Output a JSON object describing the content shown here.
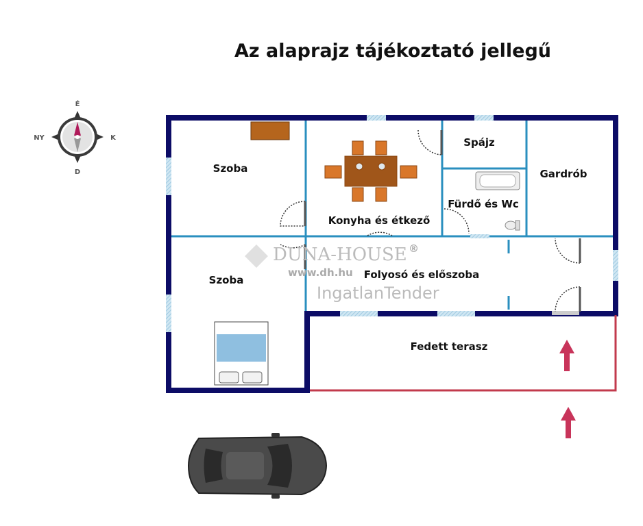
{
  "title": "Az alaprajz tájékoztató jellegű",
  "compass": {
    "north": "É",
    "south": "D",
    "west": "NY",
    "east": "K"
  },
  "rooms": {
    "room1": "Szoba",
    "kitchen": "Konyha és étkező",
    "pantry": "Spájz",
    "wardrobe": "Gardrób",
    "bathroom": "Fürdő és Wc",
    "room2": "Szoba",
    "hallway": "Folyosó és előszoba",
    "terrace": "Fedett terasz"
  },
  "watermark": {
    "brand": "DUNA-HOUSE",
    "trademark": "®",
    "url": "www.dh.hu",
    "overlay": "IngatlanTender"
  },
  "colors": {
    "outer_wall": "#0c0c66",
    "inner_wall": "#2a8fbf",
    "terrace_wall": "#c23a4c",
    "arrow": "#c8345a",
    "window": "#b9d9ea"
  }
}
